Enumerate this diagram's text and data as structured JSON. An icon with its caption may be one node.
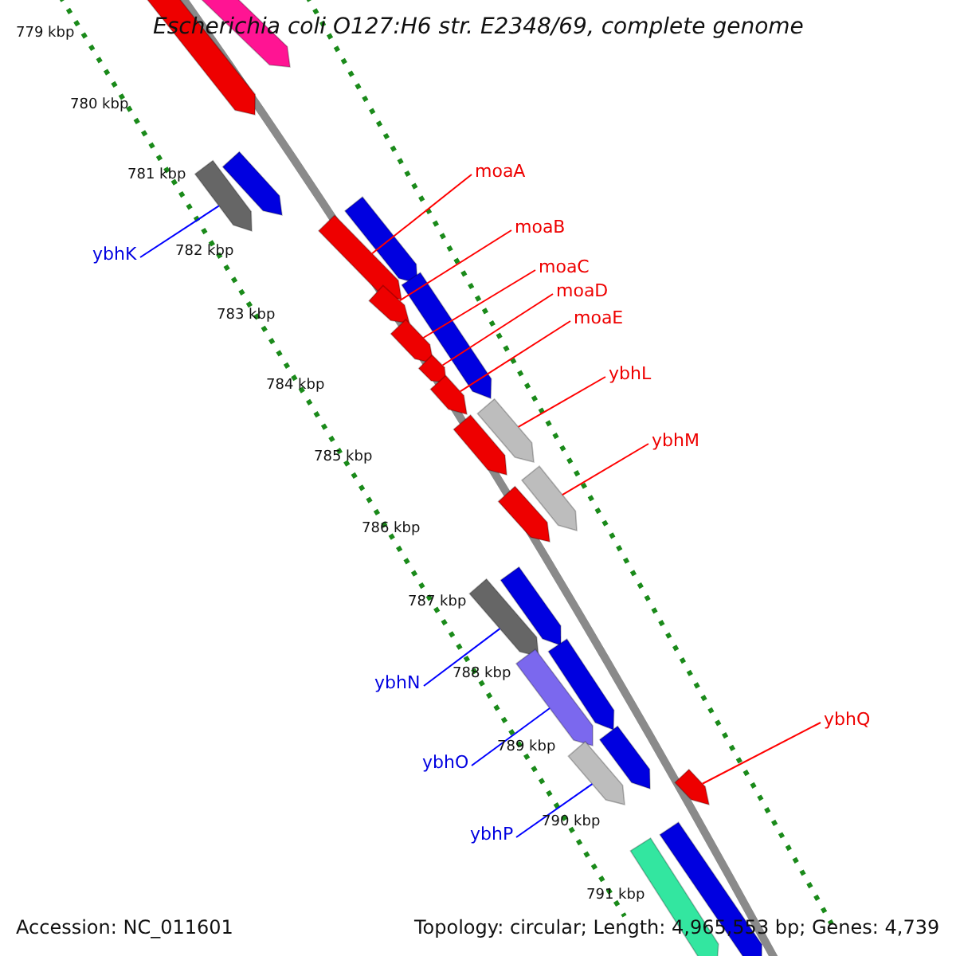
{
  "diagram": {
    "title": "Escherichia coli O127:H6 str. E2348/69, complete genome",
    "nodes": [
      {
        "text": [
          "moaA"
        ]
      },
      {
        "text": [
          "moaB"
        ]
      },
      {
        "text": [
          "ybhK"
        ]
      },
      {
        "text": [
          "moaC"
        ]
      },
      {
        "text": [
          "moaD"
        ]
      },
      {
        "text": [
          "moaE"
        ]
      },
      {
        "text": [
          "ybhL"
        ]
      },
      {
        "text": [
          "ybhM"
        ]
      },
      {
        "text": [
          "ybhN"
        ]
      },
      {
        "text": [
          "ybhQ"
        ]
      },
      {
        "text": [
          "ybhO"
        ]
      },
      {
        "text": [
          "ybhP"
        ]
      },
      {
        "text": [],
        "shape": "arrow"
      },
      {
        "text": [],
        "shape": "arrow"
      },
      {
        "text": [],
        "shape": "arrow"
      },
      {
        "text": [],
        "shape": "arrow"
      },
      {
        "text": [],
        "shape": "arrow"
      },
      {
        "text": [],
        "shape": "arrow"
      },
      {
        "text": [],
        "shape": "arrow"
      },
      {
        "text": [],
        "shape": "arrow"
      },
      {
        "text": [],
        "shape": "arrow"
      },
      {
        "text": [],
        "shape": "arrow"
      },
      {
        "text": [],
        "shape": "arrow"
      },
      {
        "text": [],
        "shape": "arrow"
      },
      {
        "text": [],
        "shape": "arrow"
      },
      {
        "text": [],
        "shape": "arrow"
      },
      {
        "text": [],
        "shape": "arrow"
      },
      {
        "text": [],
        "shape": "arrow"
      },
      {
        "text": [],
        "shape": "arrow"
      },
      {
        "text": [],
        "shape": "arrow"
      },
      {
        "text": [],
        "shape": "arrow"
      },
      {
        "text": [],
        "shape": "arrow"
      },
      {
        "text": [],
        "shape": "arrow"
      },
      {
        "text": [],
        "shape": "arrow"
      },
      {
        "text": [],
        "shape": "arrow"
      },
      {
        "text": [],
        "shape": "arrow"
      }
    ],
    "edges": [
      {
        "from": 0,
        "to": 17,
        "arrow": "none"
      },
      {
        "from": 1,
        "to": 19,
        "arrow": "none"
      },
      {
        "from": 2,
        "to": 14,
        "arrow": "none",
        "color": "#0000ff"
      },
      {
        "from": 3,
        "to": 20,
        "arrow": "none"
      },
      {
        "from": 4,
        "to": 21,
        "arrow": "none"
      },
      {
        "from": 5,
        "to": 22,
        "arrow": "none"
      },
      {
        "from": 6,
        "to": 24,
        "arrow": "none"
      },
      {
        "from": 7,
        "to": 26,
        "arrow": "none"
      },
      {
        "from": 8,
        "to": 27,
        "arrow": "none",
        "color": "#0000ff"
      },
      {
        "from": 9,
        "to": 33,
        "arrow": "none"
      },
      {
        "from": 10,
        "to": 29,
        "arrow": "none",
        "color": "#0000ff"
      },
      {
        "from": 11,
        "to": 31,
        "arrow": "none",
        "color": "#0000ff"
      }
    ],
    "labels": [
      "779 kbp",
      "780 kbp",
      "781 kbp",
      "782 kbp",
      "783 kbp",
      "784 kbp",
      "785 kbp",
      "786 kbp",
      "787 kbp",
      "788 kbp",
      "789 kbp",
      "790 kbp",
      "791 kbp",
      "Accession: NC_011601",
      "Topology: circular; Length: 4,965,553 bp; Genes: 4,739"
    ]
  }
}
